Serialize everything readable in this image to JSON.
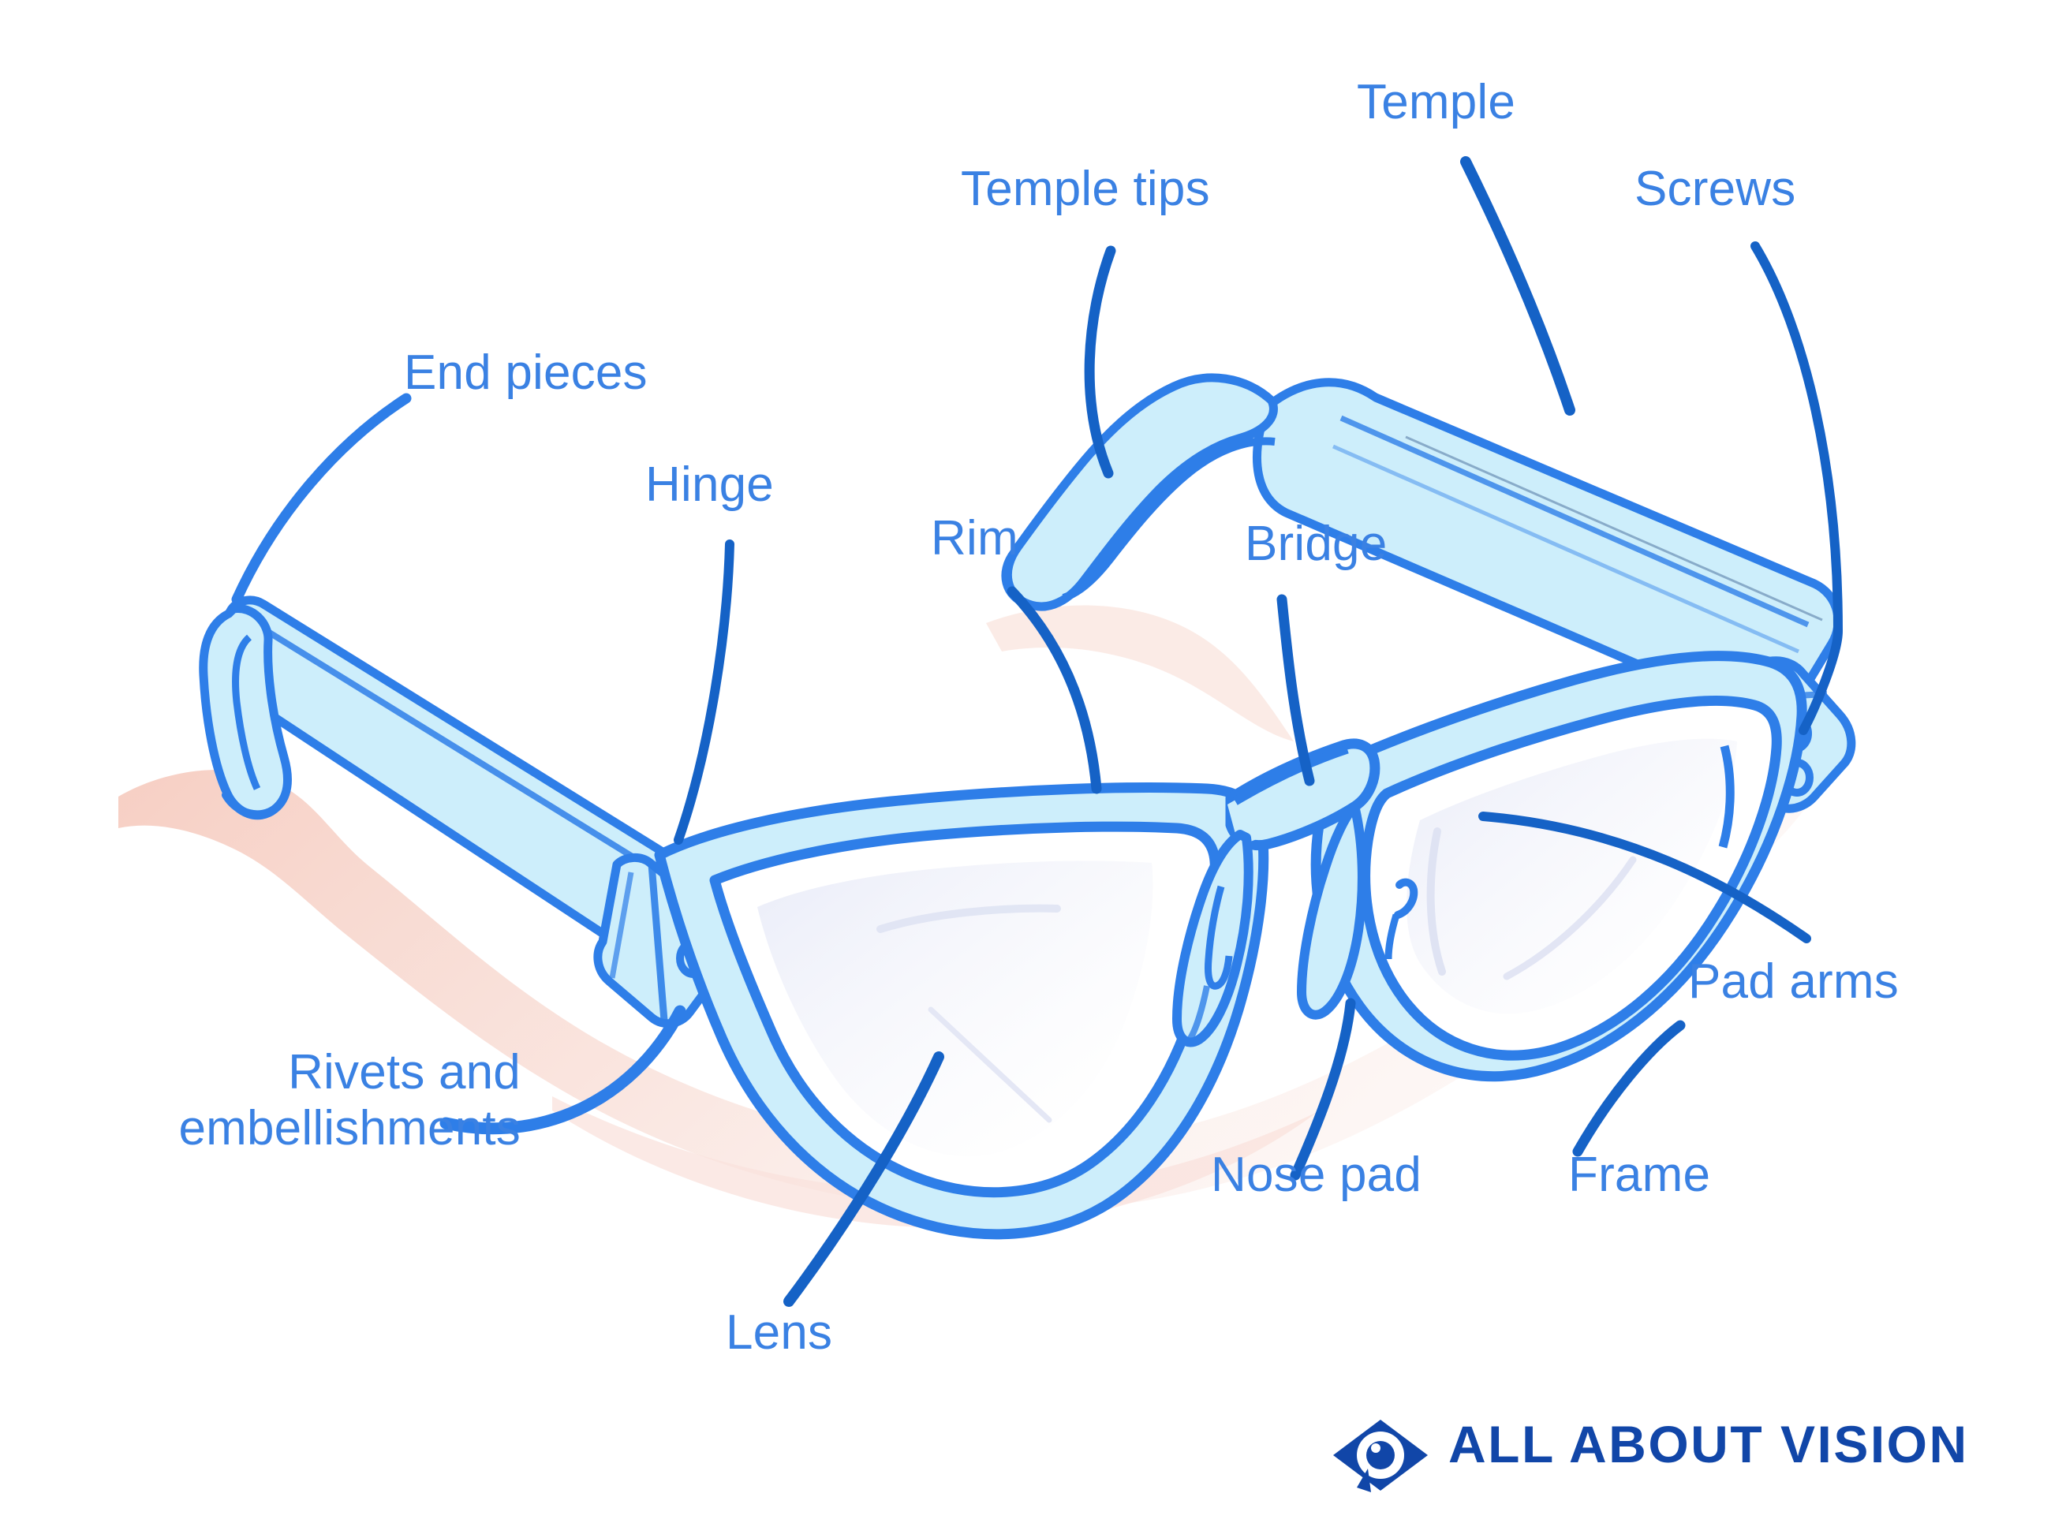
{
  "diagram": {
    "title": "Parts of eyeglasses",
    "subject": "eyeglasses-anatomy",
    "background_color": "#ffffff",
    "label_color": "#3a81e3",
    "leader_dark_color": "#1562c6",
    "leader_light_color": "#2e7ee8",
    "frame_fill_color": "#cdeefb",
    "frame_stroke_color": "#2e7ee8",
    "shadow_color": "#f7dcd5",
    "lens_tint_color": "#e8eaf8"
  },
  "labels": [
    {
      "id": "temple",
      "text": "Temple"
    },
    {
      "id": "temple-tips",
      "text": "Temple tips"
    },
    {
      "id": "screws",
      "text": "Screws"
    },
    {
      "id": "end-pieces",
      "text": "End pieces"
    },
    {
      "id": "hinge",
      "text": "Hinge"
    },
    {
      "id": "rim",
      "text": "Rim"
    },
    {
      "id": "bridge",
      "text": "Bridge"
    },
    {
      "id": "pad-arms",
      "text": "Pad arms"
    },
    {
      "id": "rivets",
      "text": "Rivets and\nembellishments"
    },
    {
      "id": "nose-pad",
      "text": "Nose pad"
    },
    {
      "id": "frame",
      "text": "Frame"
    },
    {
      "id": "lens",
      "text": "Lens"
    }
  ],
  "brand": {
    "name": "ALL ABOUT VISION",
    "icon": "eye-icon",
    "color": "#1146a8"
  }
}
